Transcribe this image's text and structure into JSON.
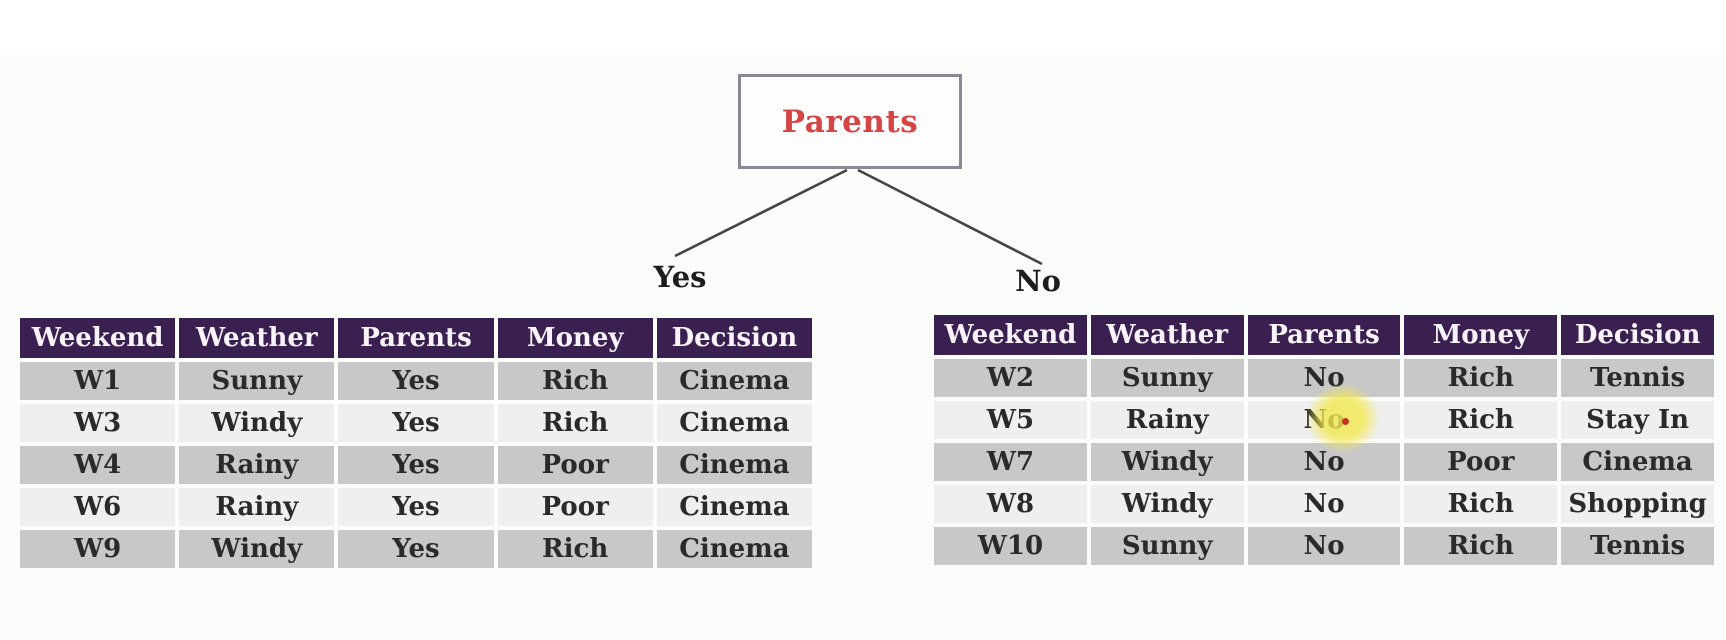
{
  "tree": {
    "root_label": "Parents",
    "branch_yes": "Yes",
    "branch_no": "No"
  },
  "tables": {
    "columns": [
      "Weekend",
      "Weather",
      "Parents",
      "Money",
      "Decision"
    ],
    "yes_table": {
      "rows": [
        [
          "W1",
          "Sunny",
          "Yes",
          "Rich",
          "Cinema"
        ],
        [
          "W3",
          "Windy",
          "Yes",
          "Rich",
          "Cinema"
        ],
        [
          "W4",
          "Rainy",
          "Yes",
          "Poor",
          "Cinema"
        ],
        [
          "W6",
          "Rainy",
          "Yes",
          "Poor",
          "Cinema"
        ],
        [
          "W9",
          "Windy",
          "Yes",
          "Rich",
          "Cinema"
        ]
      ]
    },
    "no_table": {
      "rows": [
        [
          "W2",
          "Sunny",
          "No",
          "Rich",
          "Tennis"
        ],
        [
          "W5",
          "Rainy",
          "No",
          "Rich",
          "Stay In"
        ],
        [
          "W7",
          "Windy",
          "No",
          "Poor",
          "Cinema"
        ],
        [
          "W8",
          "Windy",
          "No",
          "Rich",
          "Shopping"
        ],
        [
          "W10",
          "Sunny",
          "No",
          "Rich",
          "Tennis"
        ]
      ]
    }
  },
  "colors": {
    "root_label_text": "#d64545",
    "node_border": "#8d8694",
    "branch_line": "#454545",
    "table_header_bg": "#3a2051",
    "table_header_text": "#f7f3f8",
    "row_gray": "#c9c8c8",
    "row_light": "#f0efee",
    "cell_text": "#2a2a2a",
    "pointer_highlight": "#f3e94e",
    "pointer_dot": "#c23522"
  },
  "annotations": {
    "pointer_highlight_target": "No value in W5 row, Parents column of the No table"
  }
}
